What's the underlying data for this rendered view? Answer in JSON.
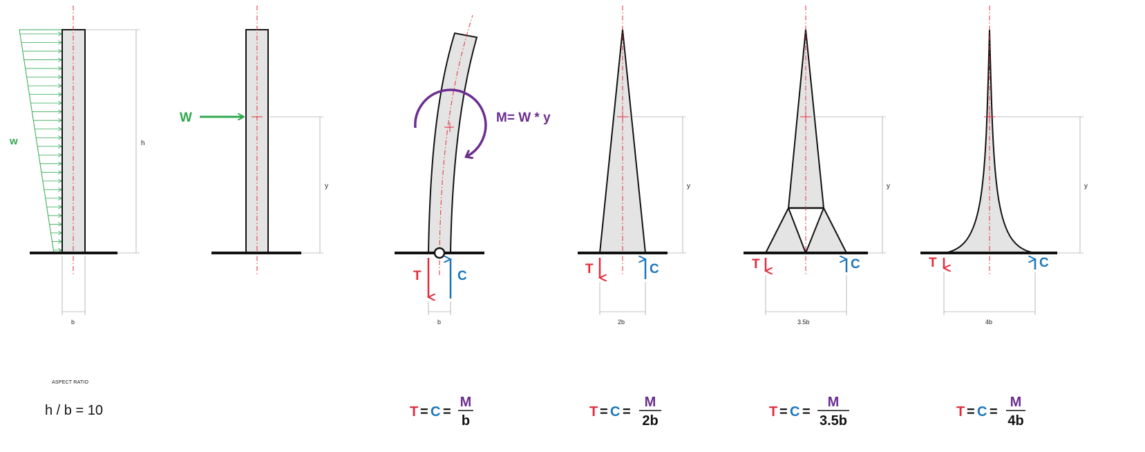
{
  "colors": {
    "load": "#2fa84f",
    "tension": "#e32b3a",
    "compression": "#1b75bb",
    "moment": "#6b2d8f",
    "fill": "#e4e4e4",
    "centerline": "#e32b3a"
  },
  "panel1": {
    "load_label": "w",
    "height_label": "h",
    "base_label": "b"
  },
  "panel2": {
    "load_label": "W",
    "arm_label": "y"
  },
  "panel3": {
    "moment_label": "M= W * y",
    "tension_label": "T",
    "compression_label": "C",
    "base_label": "b"
  },
  "panel4": {
    "arm_label": "y",
    "tension_label": "T",
    "compression_label": "C",
    "base_label": "2b"
  },
  "panel5": {
    "arm_label": "y",
    "tension_label": "T",
    "compression_label": "C",
    "base_label": "3.5b"
  },
  "panel6": {
    "arm_label": "y",
    "tension_label": "T",
    "compression_label": "C",
    "base_label": "4b"
  },
  "caption": {
    "title": "ASPECT RATIO",
    "ratio": "h / b = 10"
  },
  "formulas": [
    {
      "t": "T",
      "eq1": "=",
      "c": "C",
      "eq2": "=",
      "num": "M",
      "den": "b"
    },
    {
      "t": "T",
      "eq1": "=",
      "c": "C",
      "eq2": "=",
      "num": "M",
      "den": "2b"
    },
    {
      "t": "T",
      "eq1": "=",
      "c": "C",
      "eq2": "=",
      "num": "M",
      "den": "3.5b"
    },
    {
      "t": "T",
      "eq1": "=",
      "c": "C",
      "eq2": "=",
      "num": "M",
      "den": "4b"
    }
  ]
}
